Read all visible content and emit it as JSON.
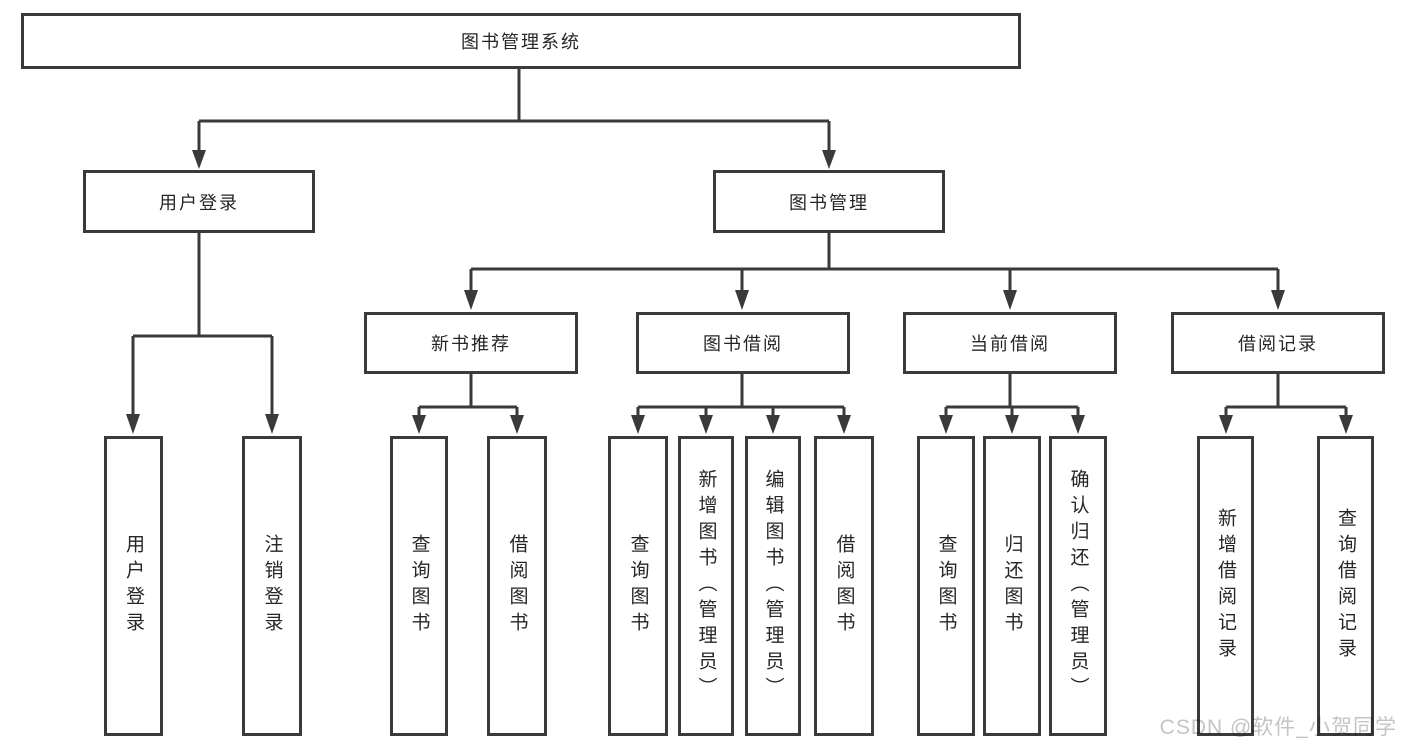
{
  "diagram": {
    "root": {
      "label": "图书管理系统"
    },
    "branches": [
      {
        "label": "用户登录",
        "children": [
          {
            "label": "用户登录"
          },
          {
            "label": "注销登录"
          }
        ]
      },
      {
        "label": "图书管理",
        "children": [
          {
            "label": "新书推荐",
            "children": [
              {
                "label": "查询图书"
              },
              {
                "label": "借阅图书"
              }
            ]
          },
          {
            "label": "图书借阅",
            "children": [
              {
                "label": "查询图书"
              },
              {
                "label": "新增图书（管理员）"
              },
              {
                "label": "编辑图书（管理员）"
              },
              {
                "label": "借阅图书"
              }
            ]
          },
          {
            "label": "当前借阅",
            "children": [
              {
                "label": "查询图书"
              },
              {
                "label": "归还图书"
              },
              {
                "label": "确认归还（管理员）"
              }
            ]
          },
          {
            "label": "借阅记录",
            "children": [
              {
                "label": "新增借阅记录"
              },
              {
                "label": "查询借阅记录"
              }
            ]
          }
        ]
      }
    ]
  },
  "watermark": {
    "text": "CSDN @软件_小贺同学",
    "color": "#c4c4c4"
  },
  "colors": {
    "border": "#3a3a3a",
    "connector": "#3a3a3a",
    "text": "#262626",
    "background": "#ffffff"
  }
}
